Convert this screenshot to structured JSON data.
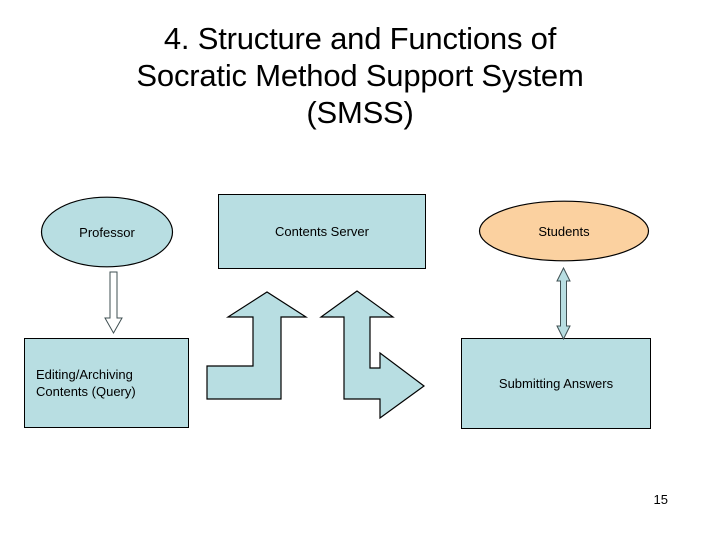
{
  "slide": {
    "title": "4. Structure and Functions of Socratic Method Support System (SMSS)",
    "title_lines": [
      "4. Structure and Functions of",
      "Socratic Method Support System",
      "(SMSS)"
    ],
    "page_number": "15",
    "background_color": "#ffffff"
  },
  "colors": {
    "node_blue_fill": "#b8dee2",
    "node_peach_fill": "#fbd1a0",
    "outline": "#000000",
    "thin_arrow_fill": "#b8dee2",
    "thin_arrow_outline": "#4d6b70",
    "text": "#000000"
  },
  "diagram": {
    "nodes": [
      {
        "id": "professor",
        "label": "Professor",
        "shape": "ellipse",
        "fill": "#b8dee2"
      },
      {
        "id": "contents-server",
        "label": "Contents Server",
        "shape": "rectangle",
        "fill": "#b8dee2"
      },
      {
        "id": "students",
        "label": "Students",
        "shape": "ellipse",
        "fill": "#fbd1a0"
      },
      {
        "id": "editing-archiving",
        "label": "Editing/Archiving\nContents (Query)",
        "shape": "rectangle",
        "fill": "#b8dee2"
      },
      {
        "id": "submitting-answers",
        "label": "Submitting Answers",
        "shape": "rectangle",
        "fill": "#b8dee2"
      }
    ],
    "connectors": [
      {
        "id": "professor-to-editing",
        "from": "professor",
        "to": "editing-archiving",
        "style": "thin-open-arrow",
        "direction": "down"
      },
      {
        "id": "students-to-submitting",
        "from": "students",
        "to": "submitting-answers",
        "style": "thin-double-arrow",
        "direction": "both"
      },
      {
        "id": "editing-to-contents-server",
        "from": "editing-archiving",
        "to": "contents-server",
        "style": "bent-block-arrow",
        "direction": "right-then-up"
      },
      {
        "id": "submitting-to-contents-server",
        "from": "submitting-answers",
        "to": "contents-server",
        "style": "bent-block-arrow-double-head",
        "direction": "up-and-right"
      }
    ]
  }
}
